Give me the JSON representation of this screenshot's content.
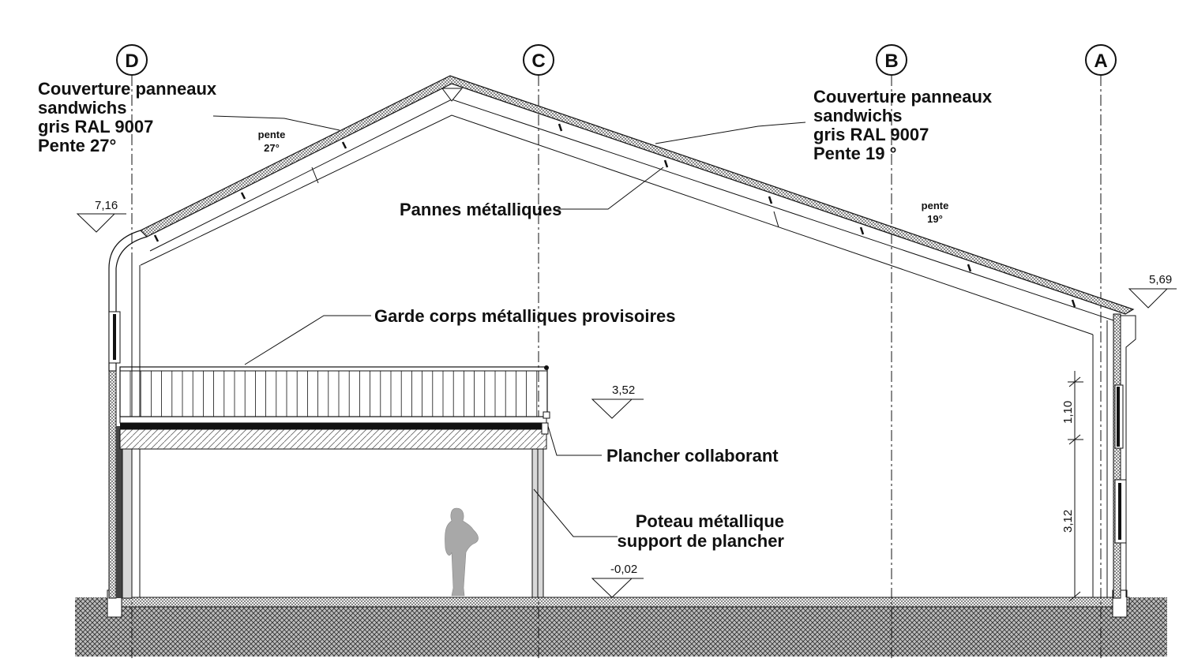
{
  "axes": [
    {
      "letter": "D"
    },
    {
      "letter": "C"
    },
    {
      "letter": "B"
    },
    {
      "letter": "A"
    }
  ],
  "labels": {
    "roof_left": [
      "Couverture panneaux",
      "sandwichs",
      "gris RAL 9007",
      "Pente 27°"
    ],
    "roof_right": [
      "Couverture panneaux",
      "sandwichs",
      "gris RAL 9007",
      "Pente 19 °"
    ],
    "pannes": "Pannes métalliques",
    "garde_corps": "Garde corps métalliques provisoires",
    "plancher": "Plancher collaborant",
    "poteau": [
      "Poteau métallique",
      "support de plancher"
    ],
    "pente_left": [
      "pente",
      "27°"
    ],
    "pente_right": [
      "pente",
      "19°"
    ]
  },
  "levels": {
    "ridge_left": "7,16",
    "eave_right": "5,69",
    "floor_mezzanine": "3,52",
    "ground": "-0,02"
  },
  "dimensions": {
    "upper": "1,10",
    "lower": "3,12"
  },
  "colors": {
    "line": "#111111",
    "ground_fill": "#555555",
    "column_fill": "#d8d8d8",
    "person_fill": "#a8a8a8"
  }
}
